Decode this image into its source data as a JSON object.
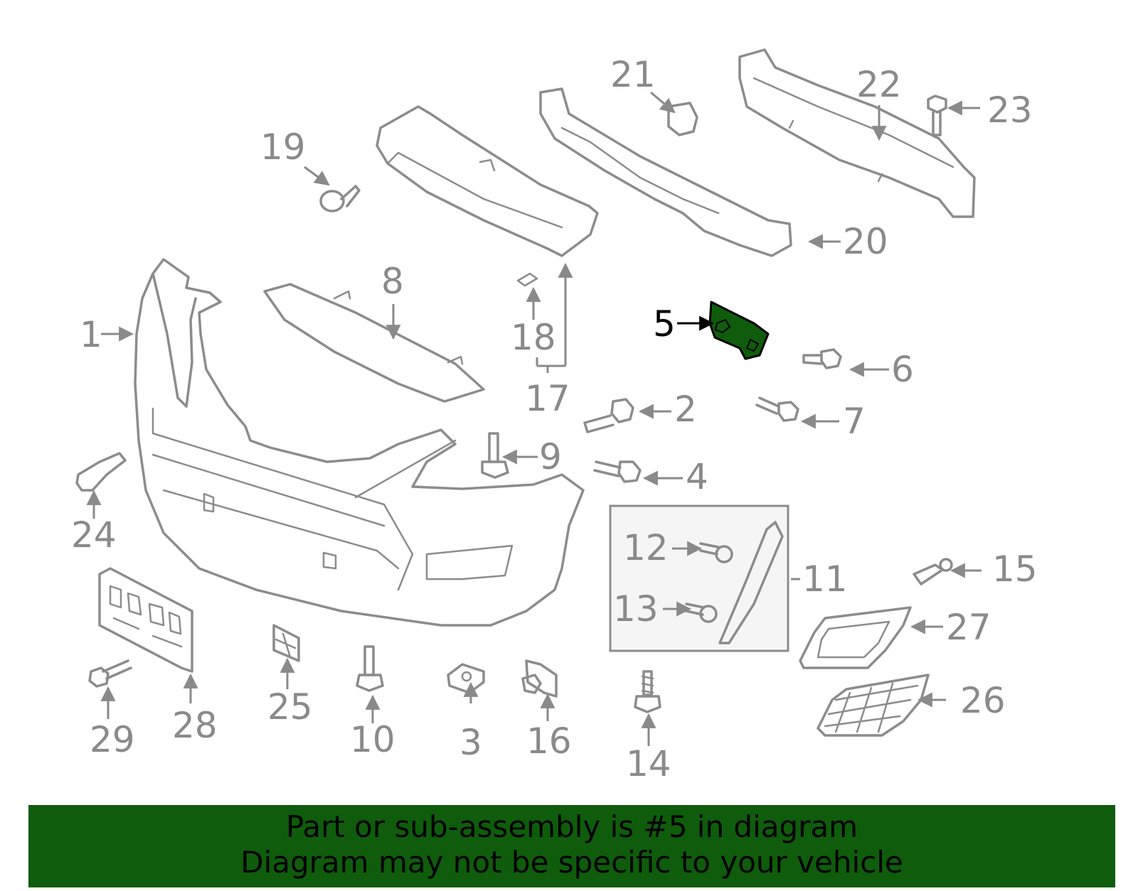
{
  "diagram": {
    "highlighted_part": "5",
    "highlight_color": "#0f5c0c",
    "part_color": "#8c8c8c",
    "callouts": [
      "1",
      "2",
      "3",
      "4",
      "5",
      "6",
      "7",
      "8",
      "9",
      "10",
      "11",
      "12",
      "13",
      "14",
      "15",
      "16",
      "17",
      "18",
      "19",
      "20",
      "21",
      "22",
      "23",
      "24",
      "25",
      "26",
      "27",
      "28",
      "29"
    ]
  },
  "banner": {
    "line1": "Part or sub-assembly is #5 in diagram",
    "line2": "Diagram may not be specific to your vehicle",
    "background": "#0f5c0c"
  }
}
